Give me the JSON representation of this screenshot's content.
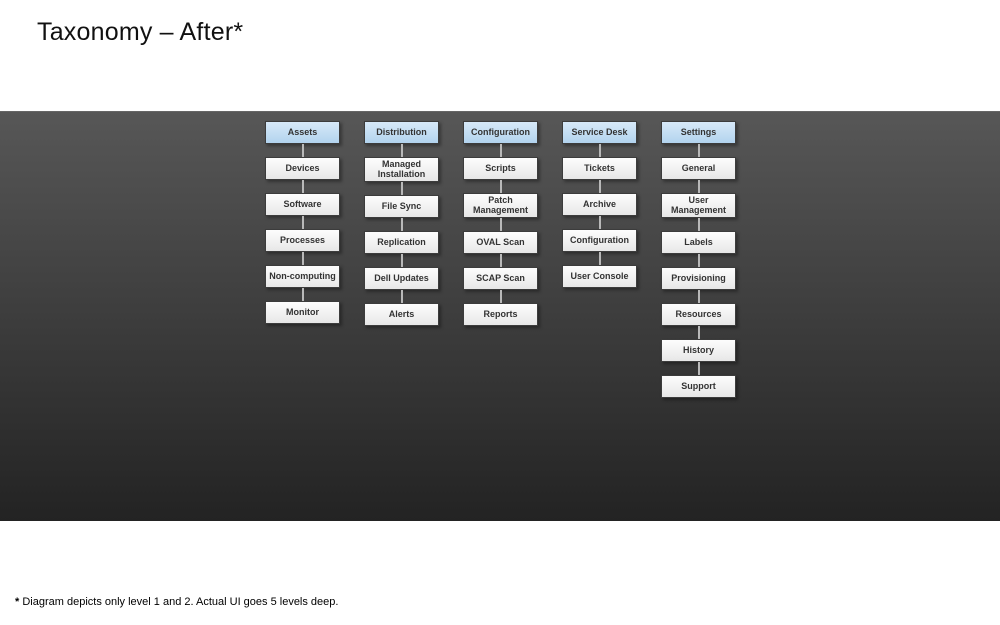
{
  "page": {
    "title": "Taxonomy – After*",
    "footnote_marker": "*",
    "footnote_text": " Diagram depicts only level 1 and 2. Actual UI goes 5 levels deep."
  },
  "colors": {
    "band_gradient_top": "#575757",
    "band_gradient_bottom": "#232323",
    "level1_fill_top": "#d7e9f8",
    "level1_fill_bottom": "#b2d3ee",
    "level2_fill_top": "#fdfdfd",
    "level2_fill_bottom": "#e7e7e7",
    "box_border": "#3c3c3c",
    "connector": "#b9b9b9",
    "box_text": "#333333"
  },
  "taxonomy": {
    "columns": [
      {
        "header": "Assets",
        "children": [
          "Devices",
          "Software",
          "Processes",
          "Non-computing",
          "Monitor"
        ]
      },
      {
        "header": "Distribution",
        "children": [
          "Managed Installation",
          "File Sync",
          "Replication",
          "Dell Updates",
          "Alerts"
        ]
      },
      {
        "header": "Configuration",
        "children": [
          "Scripts",
          "Patch Management",
          "OVAL Scan",
          "SCAP Scan",
          "Reports"
        ]
      },
      {
        "header": "Service Desk",
        "children": [
          "Tickets",
          "Archive",
          "Configuration",
          "User Console"
        ]
      },
      {
        "header": "Settings",
        "children": [
          "General",
          "User Management",
          "Labels",
          "Provisioning",
          "Resources",
          "History",
          "Support"
        ]
      }
    ]
  }
}
